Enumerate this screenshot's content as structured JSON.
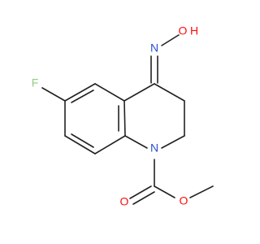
{
  "molecule": {
    "labels": {
      "fluorine": "F",
      "nitrogen_ring": "N",
      "nitrogen_oxime": "N",
      "oxygen_hydroxyl": "O",
      "hydrogen_hydroxyl": "H",
      "oxygen_carbonyl": "O",
      "oxygen_ester": "O"
    },
    "colors": {
      "bond": "#222222",
      "carbon": "#222222",
      "fluorine": "#8fcf7f",
      "nitrogen": "#2b4fd6",
      "oxygen": "#ff0d0d"
    }
  }
}
